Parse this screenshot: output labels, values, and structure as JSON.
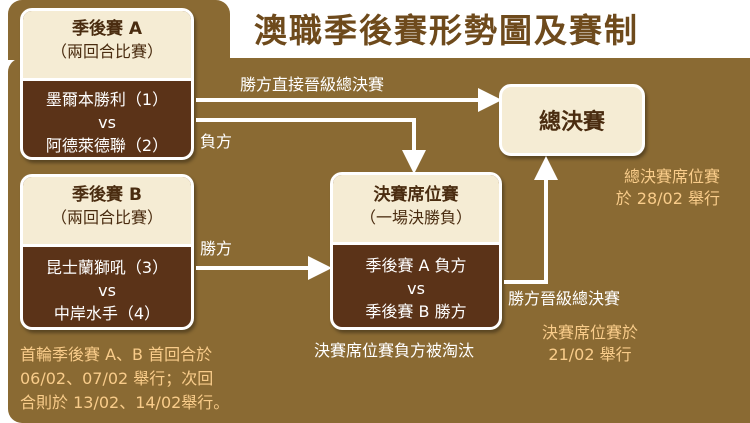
{
  "title": "澳職季後賽形勢圖及賽制",
  "playoff_a": {
    "heading": "季後賽 A",
    "format": "（兩回合比賽）",
    "team1": "墨爾本勝利（1）",
    "vs": "vs",
    "team2": "阿德萊德聯（2）"
  },
  "playoff_b": {
    "heading": "季後賽 B",
    "format": "（兩回合比賽）",
    "team1": "昆士蘭獅吼（3）",
    "vs": "vs",
    "team2": "中岸水手（4）"
  },
  "prelim_final": {
    "heading": "決賽席位賽",
    "format": "（一場決勝負）",
    "line1": "季後賽 A 負方",
    "vs": "vs",
    "line2": "季後賽 B 勝方"
  },
  "grand_final": {
    "heading": "總決賽"
  },
  "labels": {
    "a_winner": "勝方直接晉級總決賽",
    "a_loser": "負方",
    "b_winner": "勝方",
    "sf_winner": "勝方晉級總決賽",
    "sf_loser": "決賽席位賽負方被淘汰"
  },
  "notes": {
    "final_date_line1": "總決賽席位賽",
    "final_date_line2": "於 28/02 舉行",
    "sf_date_line1": "決賽席位賽於",
    "sf_date_line2": "21/02 舉行",
    "first_round_line1": "首輪季後賽 A、B 首回合於",
    "first_round_line2": "06/02、07/02 舉行；次回",
    "first_round_line3": "合則於 13/02、14/02舉行。"
  },
  "colors": {
    "background": "#8a6a33",
    "box_dark": "#5b3318",
    "box_light": "#f5ecd4",
    "title": "#6e4a1c",
    "note_text": "#f9cc8a",
    "arrow": "#ffffff"
  }
}
